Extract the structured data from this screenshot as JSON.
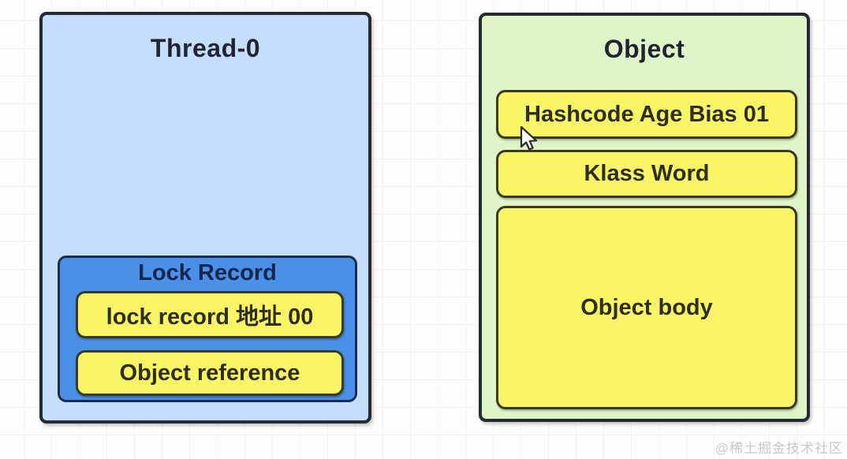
{
  "thread_box": {
    "title": "Thread-0",
    "lock_record": {
      "title": "Lock Record",
      "cells": [
        {
          "label": "lock record 地址 00"
        },
        {
          "label": "Object reference"
        }
      ]
    }
  },
  "object_box": {
    "title": "Object",
    "cells": [
      {
        "label": "Hashcode Age Bias 01"
      },
      {
        "label": "Klass Word"
      },
      {
        "label": "Object body"
      }
    ]
  },
  "cursor": {
    "icon": "arrow-pointer"
  },
  "watermark": {
    "text": "@稀土掘金技术社区"
  },
  "colors": {
    "thread_box_fill": "#c5defb",
    "lock_record_fill": "#4a8fe8",
    "object_box_fill": "#dff4c7",
    "cell_fill": "#f9f566",
    "outer_border": "#262b33",
    "cell_border": "#3a3a22",
    "lock_record_border": "#1d2c4e",
    "title_text": "#1f2430",
    "lock_record_title_text": "#14264a",
    "cell_text": "#2e2e1a",
    "watermark_text": "#c9c9c9"
  }
}
